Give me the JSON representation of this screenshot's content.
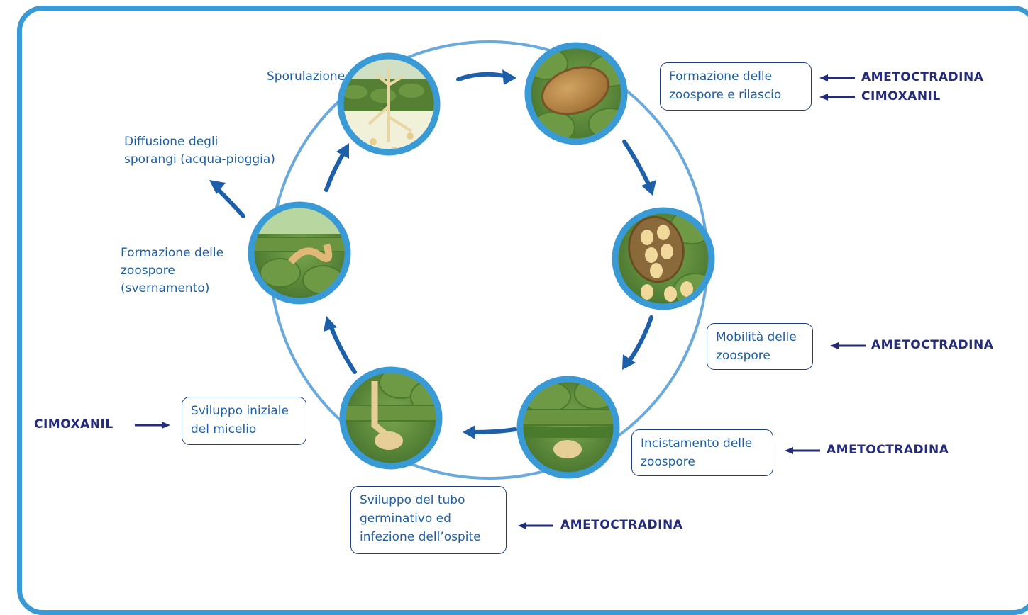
{
  "stages": {
    "sporulazione": "Sporulazione",
    "diffusione": "Diffusione degli\nsporangi (acqua-pioggia)",
    "formazione_svernamento": "Formazione delle\nzoospore\n(svernamento)"
  },
  "boxes": {
    "rilascio": "Formazione delle\nzoospore e rilascio",
    "mobilita": "Mobilità delle\nzoospore",
    "incistamento": "Incistamento delle\nzoospore",
    "tubo": "Sviluppo del tubo\ngerminativo ed\ninfezione dell’ospite",
    "micelio": "Sviluppo iniziale\ndel micelio"
  },
  "fungicides": {
    "rilascio_1": "AMETOCTRADINA",
    "rilascio_2": "CIMOXANIL",
    "mobilita": "AMETOCTRADINA",
    "incistamento": "AMETOCTRADINA",
    "tubo": "AMETOCTRADINA",
    "micelio": "CIMOXANIL"
  },
  "colors": {
    "frame": "#3a9ad5",
    "ring": "#6aa9dc",
    "cycle_arrow": "#1d5fa8",
    "label_text": "#1f5fa3",
    "fungicide_text": "#232b7a",
    "leaf_tissue": "#5e8a3a",
    "sporangium": "#b98a4a"
  }
}
